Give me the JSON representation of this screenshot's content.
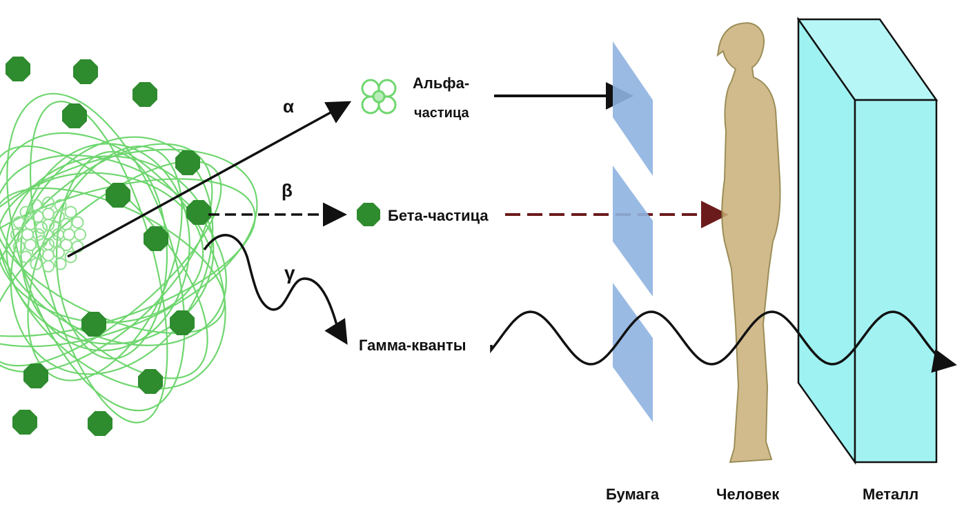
{
  "symbols": {
    "alpha": "α",
    "beta": "β",
    "gamma": "γ"
  },
  "labels": {
    "alpha_line1": "Альфа-",
    "alpha_line2": "частица",
    "beta": "Бета-частица",
    "gamma": "Гамма-кванты",
    "paper": "Бумага",
    "human": "Человек",
    "metal": "Металл"
  },
  "colors": {
    "nucleus_green": "#2e8b2e",
    "orbit_green": "#5fd35f",
    "beta_red": "#8b2020",
    "paper_blue": "#8fb3e0",
    "metal_cyan": "#9ff2f2",
    "human_skin": "#c9b07a",
    "ink": "#111111"
  }
}
